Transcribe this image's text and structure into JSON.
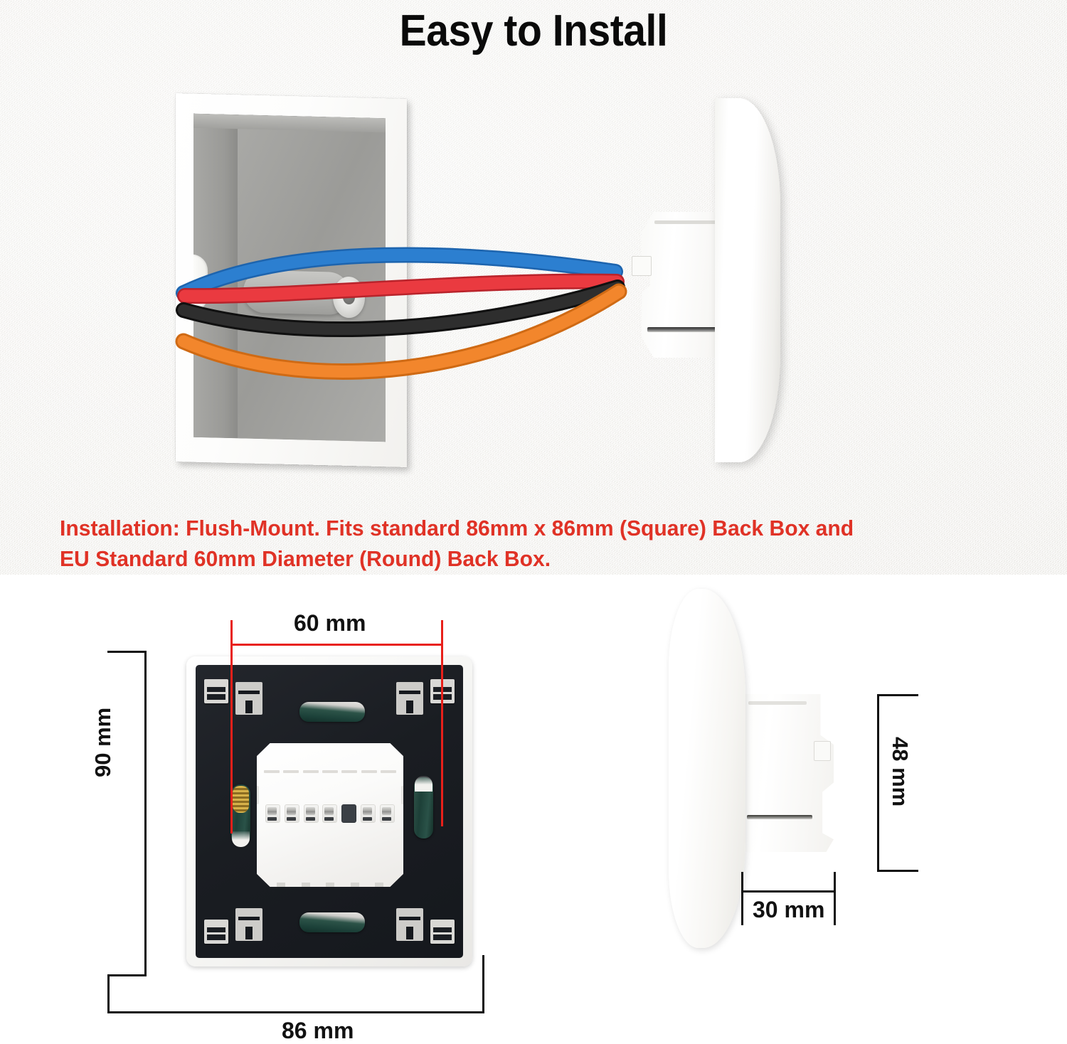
{
  "title": "Easy to Install",
  "caption": {
    "line1": "Installation: Flush-Mount. Fits standard 86mm x 86mm (Square) Back Box and",
    "line2": "EU Standard 60mm Diameter (Round) Back Box."
  },
  "colors": {
    "caption_red": "#e03226",
    "dimension_red": "#e8201a",
    "dimension_black": "#111111",
    "wire_live": "#2878c8",
    "wire_neutral": "#e8343c",
    "wire_ground": "#262626",
    "wire_load": "#f08028",
    "wall": "#f3f1ec",
    "housing_dark": "#1a1d22",
    "screw_green": "#1d4038"
  },
  "wires": [
    {
      "name": "blue-wire",
      "color": "#2878c8",
      "label": "blue"
    },
    {
      "name": "red-wire",
      "color": "#e8343c",
      "label": "red"
    },
    {
      "name": "black-wire",
      "color": "#262626",
      "label": "black"
    },
    {
      "name": "orange-wire",
      "color": "#f08028",
      "label": "orange"
    }
  ],
  "dimensions": {
    "back_mount_spacing": "60 mm",
    "plate_height": "90 mm",
    "plate_width": "86 mm",
    "body_height": "48 mm",
    "body_depth": "30 mm"
  },
  "terminals": {
    "count": 7,
    "dark_index": 4
  }
}
